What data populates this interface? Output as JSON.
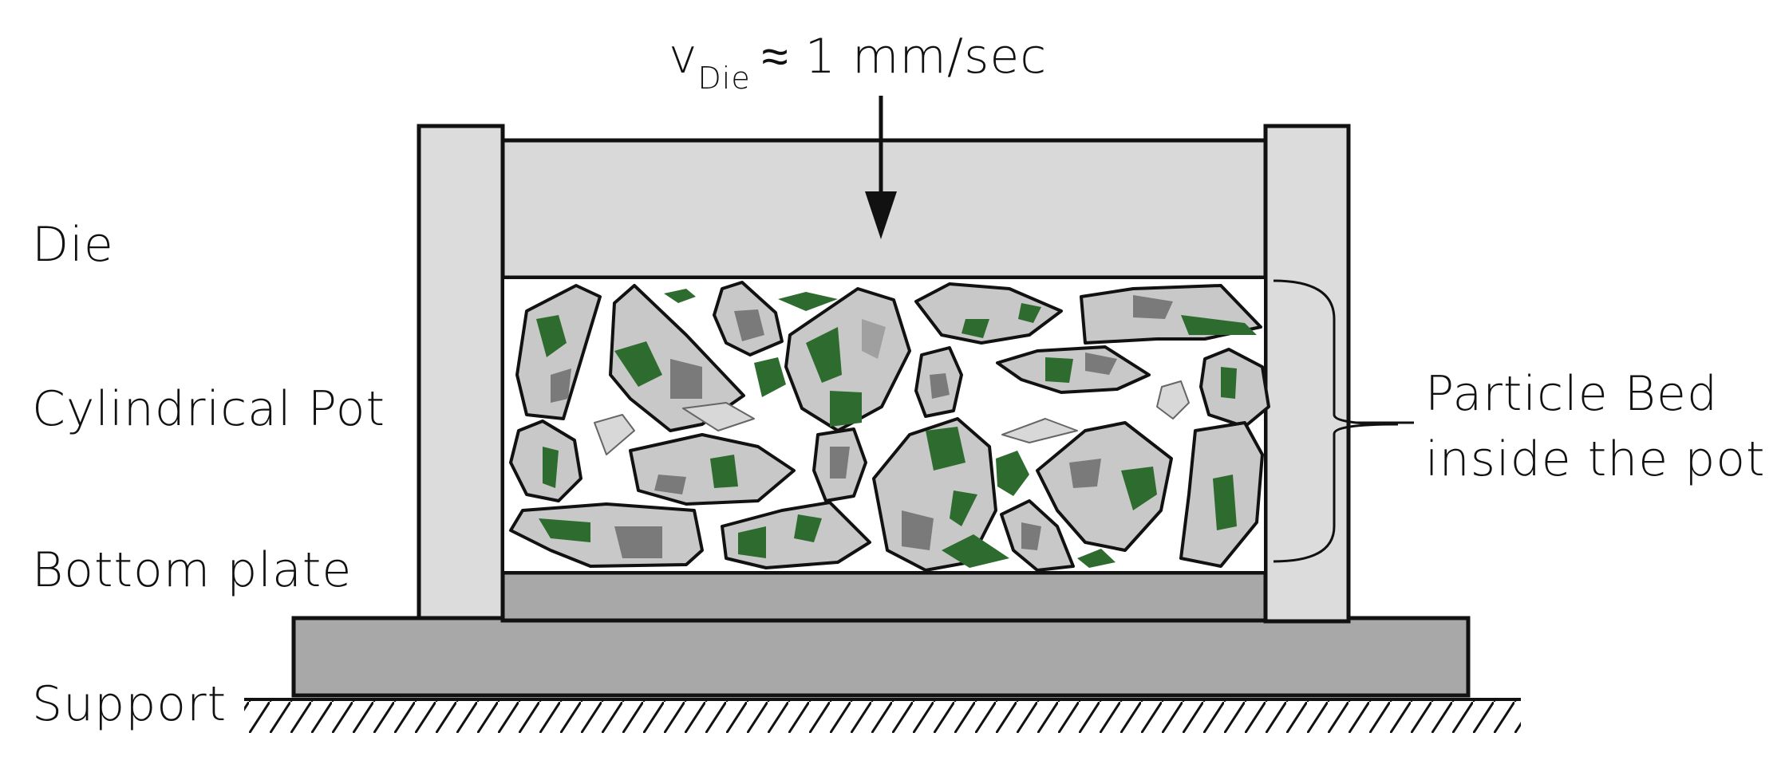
{
  "labels": {
    "die": "Die",
    "pot": "Cylindrical Pot",
    "bottom_plate": "Bottom plate",
    "support": "Support",
    "velocity_symbol": "v",
    "velocity_subscript": "Die",
    "velocity_value": "≈ 1 mm/sec",
    "particle_bed_line1": "Particle Bed",
    "particle_bed_line2": "inside the pot"
  },
  "colors": {
    "die_fill": "#d9d9d9",
    "pot_wall_fill": "#dcdcdc",
    "bottom_plate_fill": "#a8a8a8",
    "support_fill": "#a8a8a8",
    "particle_light": "#c8c8c8",
    "particle_mid": "#a0a0a0",
    "particle_dark": "#6f6f6f",
    "particle_green": "#2e6b2e",
    "outline": "#111111"
  }
}
